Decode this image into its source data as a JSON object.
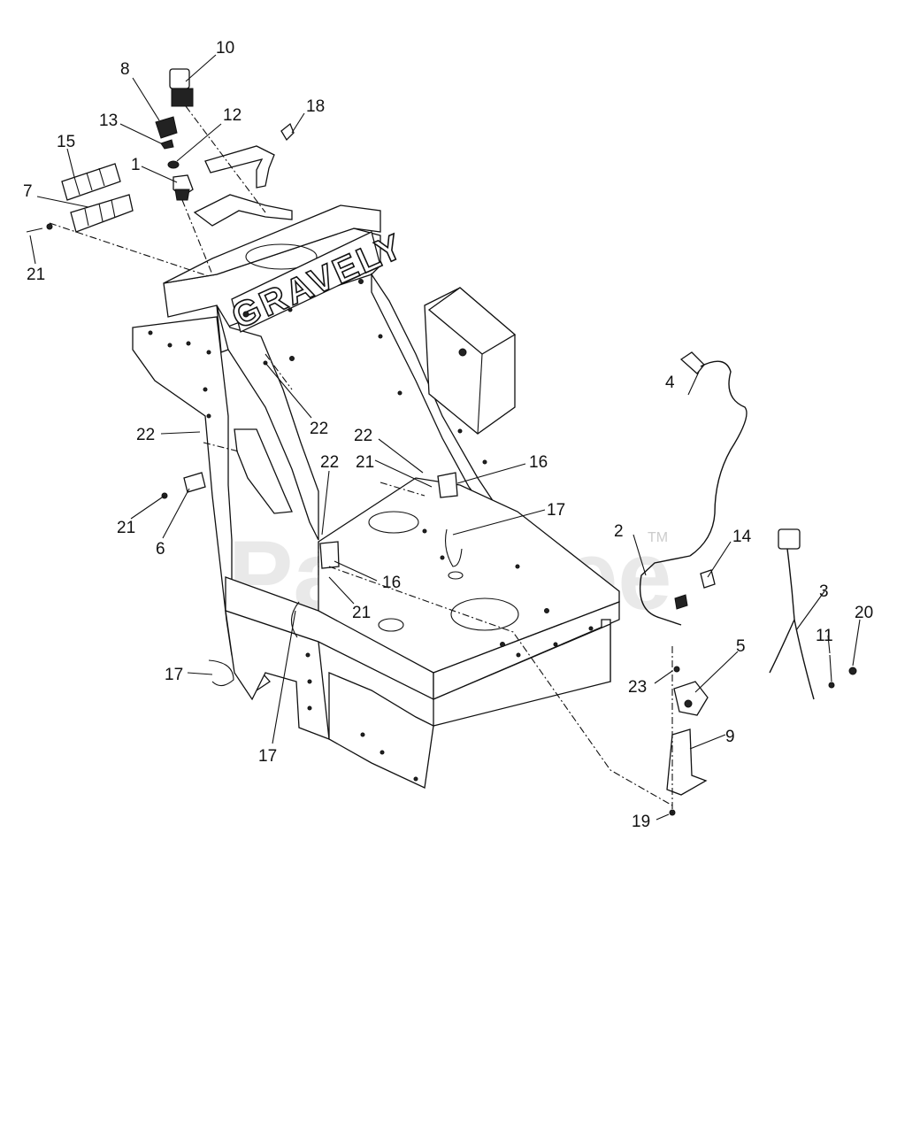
{
  "diagram": {
    "brand_text": "GRAVELY",
    "watermark": "PartsTree",
    "watermark_mark": "TM",
    "callouts": [
      {
        "id": "c10",
        "text": "10"
      },
      {
        "id": "c8",
        "text": "8"
      },
      {
        "id": "c13",
        "text": "13"
      },
      {
        "id": "c12",
        "text": "12"
      },
      {
        "id": "c18",
        "text": "18"
      },
      {
        "id": "c15",
        "text": "15"
      },
      {
        "id": "c1",
        "text": "1"
      },
      {
        "id": "c7",
        "text": "7"
      },
      {
        "id": "c21a",
        "text": "21"
      },
      {
        "id": "c4",
        "text": "4"
      },
      {
        "id": "c22a",
        "text": "22"
      },
      {
        "id": "c22b",
        "text": "22"
      },
      {
        "id": "c22c",
        "text": "22"
      },
      {
        "id": "c16a",
        "text": "16"
      },
      {
        "id": "c21b",
        "text": "21"
      },
      {
        "id": "c22d",
        "text": "22"
      },
      {
        "id": "c21c",
        "text": "21"
      },
      {
        "id": "c17a",
        "text": "17"
      },
      {
        "id": "c6",
        "text": "6"
      },
      {
        "id": "c2",
        "text": "2"
      },
      {
        "id": "c14",
        "text": "14"
      },
      {
        "id": "c16b",
        "text": "16"
      },
      {
        "id": "c21d",
        "text": "21"
      },
      {
        "id": "c3",
        "text": "3"
      },
      {
        "id": "c20",
        "text": "20"
      },
      {
        "id": "c5",
        "text": "5"
      },
      {
        "id": "c11",
        "text": "11"
      },
      {
        "id": "c17b",
        "text": "17"
      },
      {
        "id": "c23",
        "text": "23"
      },
      {
        "id": "c9",
        "text": "9"
      },
      {
        "id": "c17c",
        "text": "17"
      },
      {
        "id": "c19",
        "text": "19"
      }
    ]
  }
}
